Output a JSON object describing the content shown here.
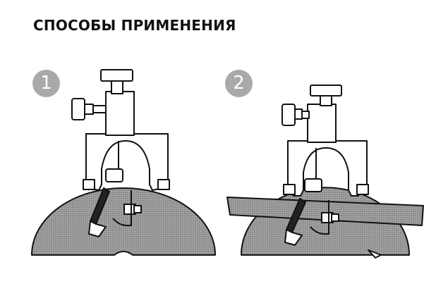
{
  "title": "СПОСОБЫ ПРИМЕНЕНИЯ",
  "steps": [
    {
      "number": "1"
    },
    {
      "number": "2"
    }
  ]
}
